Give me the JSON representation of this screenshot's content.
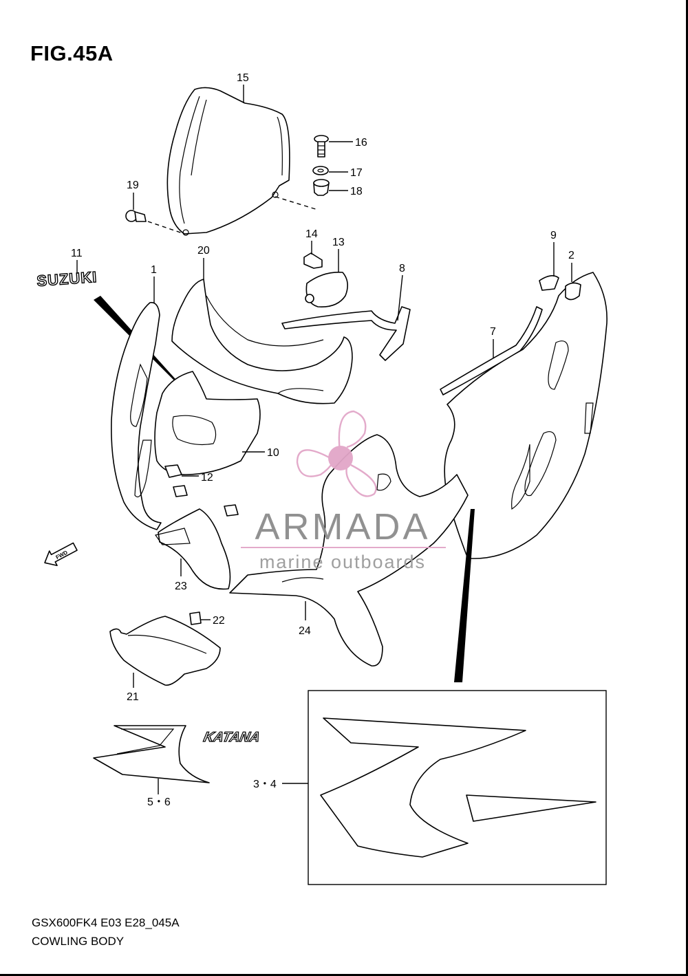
{
  "figure": {
    "title": "FIG.45A",
    "model_code": "GSX600FK4 E03 E28_045A",
    "section_name": "COWLING BODY"
  },
  "logo_text": "SUZUKI",
  "decal_text": "KATANA",
  "fwd_text": "FWD",
  "watermark": {
    "brand": "ARMADA",
    "tagline": "marine outboards",
    "color": "#e2a6c8"
  },
  "callouts": [
    {
      "id": "c1",
      "label": "1"
    },
    {
      "id": "c2",
      "label": "2"
    },
    {
      "id": "c34",
      "label": "3・4"
    },
    {
      "id": "c56",
      "label": "5・6"
    },
    {
      "id": "c7",
      "label": "7"
    },
    {
      "id": "c8",
      "label": "8"
    },
    {
      "id": "c9",
      "label": "9"
    },
    {
      "id": "c10",
      "label": "10"
    },
    {
      "id": "c11",
      "label": "11"
    },
    {
      "id": "c12",
      "label": "12"
    },
    {
      "id": "c13",
      "label": "13"
    },
    {
      "id": "c14",
      "label": "14"
    },
    {
      "id": "c15",
      "label": "15"
    },
    {
      "id": "c16",
      "label": "16"
    },
    {
      "id": "c17",
      "label": "17"
    },
    {
      "id": "c18",
      "label": "18"
    },
    {
      "id": "c19",
      "label": "19"
    },
    {
      "id": "c20",
      "label": "20"
    },
    {
      "id": "c21",
      "label": "21"
    },
    {
      "id": "c22",
      "label": "22"
    },
    {
      "id": "c23",
      "label": "23"
    },
    {
      "id": "c24",
      "label": "24"
    }
  ]
}
